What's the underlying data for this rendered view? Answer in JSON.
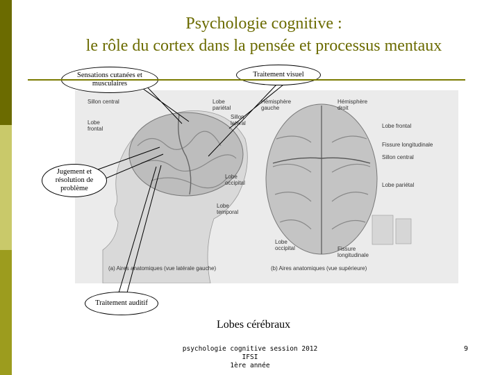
{
  "slide": {
    "title_line1": "Psychologie cognitive :",
    "title_line2": "le rôle du cortex dans la pensée et processus mentaux",
    "colors": {
      "accent": "#6b6b00",
      "sidebar_dark": "#6b6b00",
      "sidebar_light": "#c9c96a"
    }
  },
  "callouts": {
    "sensations": "Sensations cutanées et musculaires",
    "visuel": "Traitement visuel",
    "jugement": "Jugement et résolution de problème",
    "auditif": "Traitement auditif"
  },
  "figure": {
    "labels": {
      "sillon_central_left": "Sillon central",
      "lobe_frontal_left": "Lobe frontal",
      "lobe_parietal_left": "Lobe pariétal",
      "sillon_lateral": "Sillon latéral",
      "lobe_occipital_left": "Lobe occipital",
      "lobe_temporal": "Lobe temporal",
      "hemisphere_gauche": "Hémisphère gauche",
      "hemisphere_droit": "Hémisphère droit",
      "lobe_frontal_right": "Lobe frontal",
      "fissure_longitudinale_right": "Fissure longitudinale",
      "sillon_central_right": "Sillon central",
      "lobe_parietal_right": "Lobe pariétal",
      "lobe_occipital_bottom": "Lobe occipital",
      "fissure_longitudinale_bottom": "Fissure longitudinale",
      "caption_a": "(a) Aires anatomiques (vue latérale gauche)",
      "caption_b": "(b) Aires anatomiques (vue supérieure)"
    }
  },
  "caption": "Lobes cérébraux",
  "footer": {
    "text_line1": "psychologie cognitive session 2012 IFSI",
    "text_line2": "1ère année",
    "page_number": "9"
  }
}
